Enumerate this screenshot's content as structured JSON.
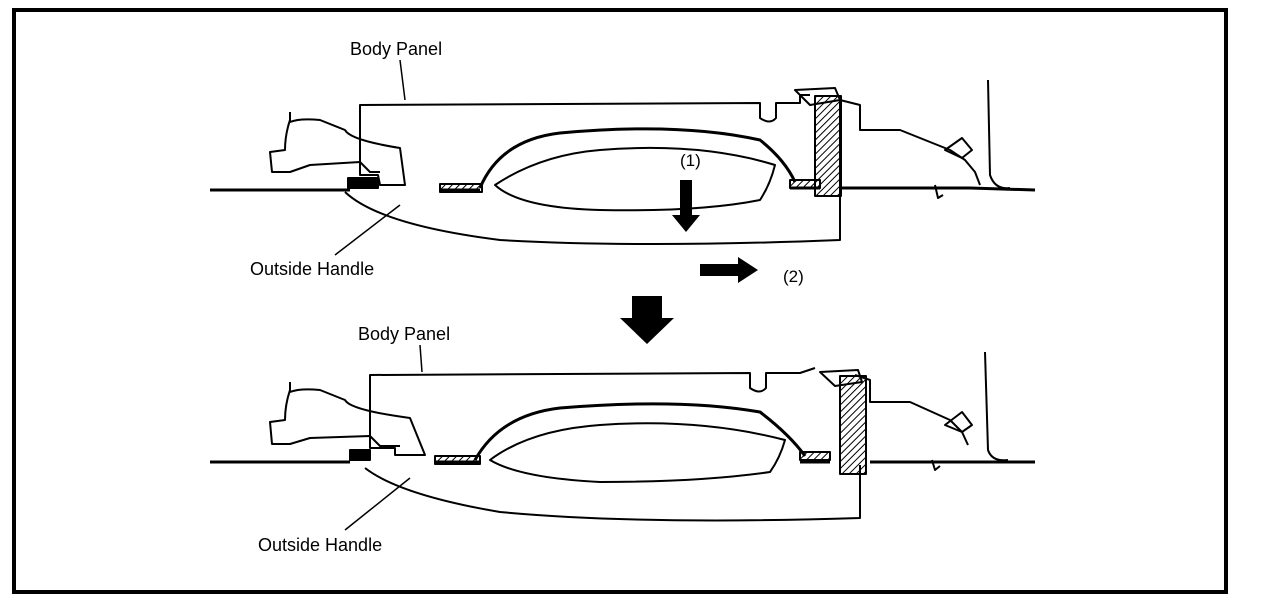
{
  "labels": {
    "top_body_panel": "Body Panel",
    "top_outside_handle": "Outside Handle",
    "step1": "(1)",
    "step2": "(2)",
    "bottom_body_panel": "Body Panel",
    "bottom_outside_handle": "Outside Handle"
  },
  "colors": {
    "line": "#000000",
    "background": "#ffffff"
  }
}
